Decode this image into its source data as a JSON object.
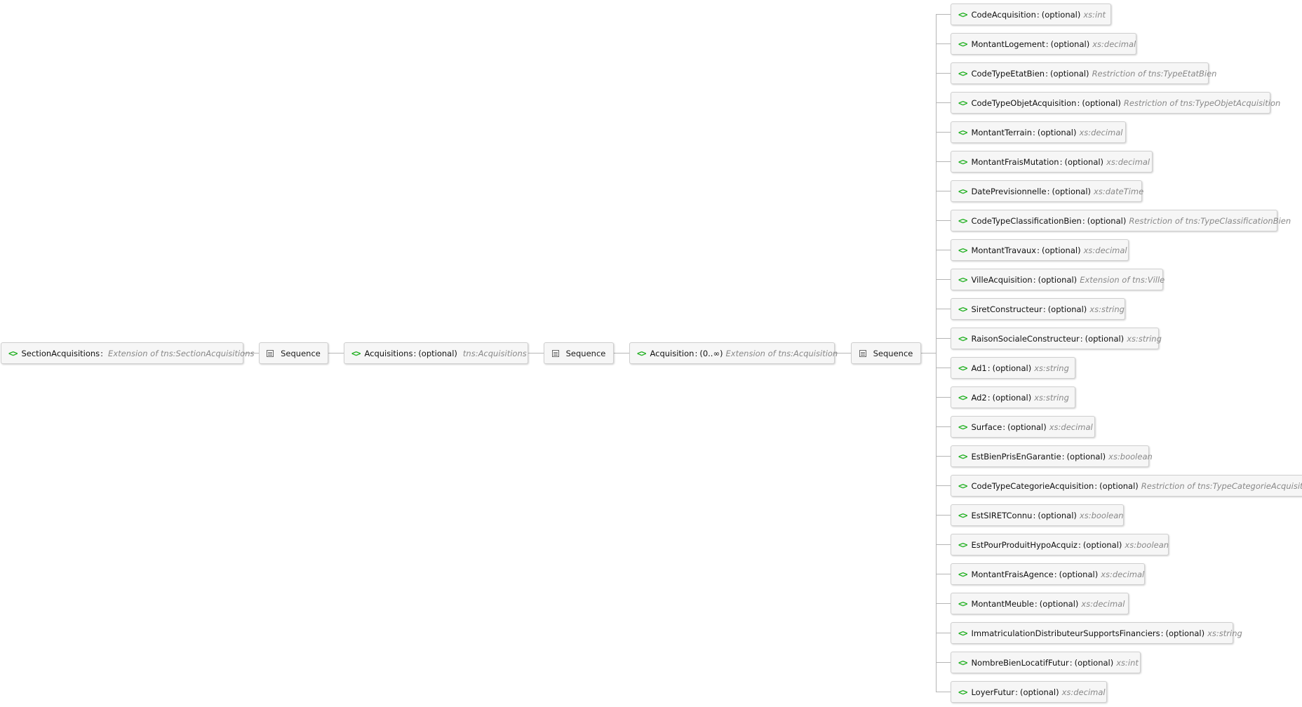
{
  "colors": {
    "element_icon": "#22b022",
    "type_text": "#888888",
    "connector": "#b5b5b5"
  },
  "main_chain": [
    {
      "kind": "element",
      "name": "SectionAcquisitions",
      "occurs": "",
      "type": "Extension of tns:SectionAcquisitions"
    },
    {
      "kind": "sequence",
      "label": "Sequence"
    },
    {
      "kind": "element",
      "name": "Acquisitions",
      "occurs": "(optional)",
      "type": "tns:Acquisitions"
    },
    {
      "kind": "sequence",
      "label": "Sequence"
    },
    {
      "kind": "element",
      "name": "Acquisition",
      "occurs": "(0..∞)",
      "type": "Extension of tns:Acquisition"
    },
    {
      "kind": "sequence",
      "label": "Sequence"
    }
  ],
  "children": [
    {
      "name": "CodeAcquisition",
      "occurs": "(optional)",
      "type": "xs:int"
    },
    {
      "name": "MontantLogement",
      "occurs": "(optional)",
      "type": "xs:decimal"
    },
    {
      "name": "CodeTypeEtatBien",
      "occurs": "(optional)",
      "type": "Restriction of tns:TypeEtatBien"
    },
    {
      "name": "CodeTypeObjetAcquisition",
      "occurs": "(optional)",
      "type": "Restriction of tns:TypeObjetAcquisition"
    },
    {
      "name": "MontantTerrain",
      "occurs": "(optional)",
      "type": "xs:decimal"
    },
    {
      "name": "MontantFraisMutation",
      "occurs": "(optional)",
      "type": "xs:decimal"
    },
    {
      "name": "DatePrevisionnelle",
      "occurs": "(optional)",
      "type": "xs:dateTime"
    },
    {
      "name": "CodeTypeClassificationBien",
      "occurs": "(optional)",
      "type": "Restriction of tns:TypeClassificationBien"
    },
    {
      "name": "MontantTravaux",
      "occurs": "(optional)",
      "type": "xs:decimal"
    },
    {
      "name": "VilleAcquisition",
      "occurs": "(optional)",
      "type": "Extension of tns:Ville"
    },
    {
      "name": "SiretConstructeur",
      "occurs": "(optional)",
      "type": "xs:string"
    },
    {
      "name": "RaisonSocialeConstructeur",
      "occurs": "(optional)",
      "type": "xs:string"
    },
    {
      "name": "Ad1",
      "occurs": "(optional)",
      "type": "xs:string"
    },
    {
      "name": "Ad2",
      "occurs": "(optional)",
      "type": "xs:string"
    },
    {
      "name": "Surface",
      "occurs": "(optional)",
      "type": "xs:decimal"
    },
    {
      "name": "EstBienPrisEnGarantie",
      "occurs": "(optional)",
      "type": "xs:boolean"
    },
    {
      "name": "CodeTypeCategorieAcquisition",
      "occurs": "(optional)",
      "type": "Restriction of tns:TypeCategorieAcquisition"
    },
    {
      "name": "EstSIRETConnu",
      "occurs": "(optional)",
      "type": "xs:boolean"
    },
    {
      "name": "EstPourProduitHypoAcquiz",
      "occurs": "(optional)",
      "type": "xs:boolean"
    },
    {
      "name": "MontantFraisAgence",
      "occurs": "(optional)",
      "type": "xs:decimal"
    },
    {
      "name": "MontantMeuble",
      "occurs": "(optional)",
      "type": "xs:decimal"
    },
    {
      "name": "ImmatriculationDistributeurSupportsFinanciers",
      "occurs": "(optional)",
      "type": "xs:string"
    },
    {
      "name": "NombreBienLocatifFutur",
      "occurs": "(optional)",
      "type": "xs:int"
    },
    {
      "name": "LoyerFutur",
      "occurs": "(optional)",
      "type": "xs:decimal"
    }
  ]
}
